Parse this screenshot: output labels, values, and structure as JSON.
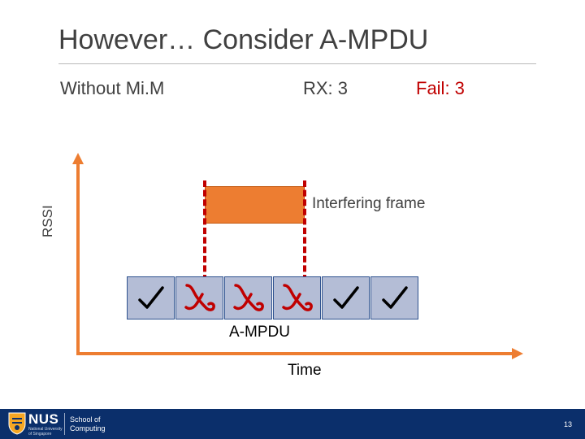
{
  "slide": {
    "title": "However… Consider A-MPDU",
    "without_label": "Without Mi.M",
    "rx_label": "RX: 3",
    "fail_label": "Fail: 3"
  },
  "diagram": {
    "y_axis_label": "RSSI",
    "x_axis_label": "Time",
    "interfering_label": "Interfering frame",
    "ampdu_label": "A-MPDU",
    "subframes": [
      "received",
      "failed",
      "failed",
      "failed",
      "received",
      "received"
    ],
    "colors": {
      "axis": "#ed7d31",
      "interfering_frame": "#ed7d31",
      "dash": "#c00000",
      "subframe_fill": "#b4bdd6",
      "subframe_border": "#2f528f",
      "fail_text": "#c00000"
    }
  },
  "footer": {
    "logo_text": "NUS",
    "logo_subtext": "National University of Singapore",
    "school_line1": "School of",
    "school_line2": "Computing",
    "page_number": "13"
  }
}
